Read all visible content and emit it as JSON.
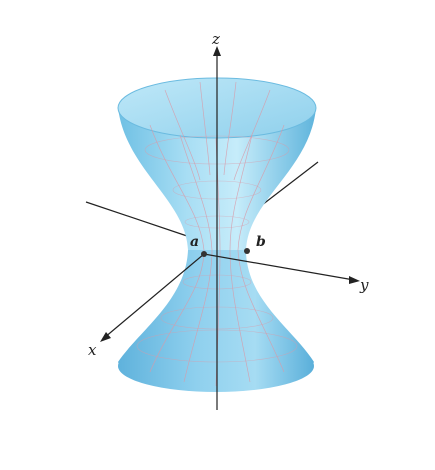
{
  "figure": {
    "axis_labels": {
      "x": "x",
      "y": "y",
      "z": "z"
    },
    "point_labels": {
      "a": "a",
      "b": "b"
    }
  },
  "colors": {
    "surface_light": "#c9ecf8",
    "surface_mid": "#8fd2ee",
    "surface_dark": "#5cb6de",
    "surface_inner": "#a9dff4",
    "mesh_line": "#d99aa8",
    "axis": "#222222"
  }
}
